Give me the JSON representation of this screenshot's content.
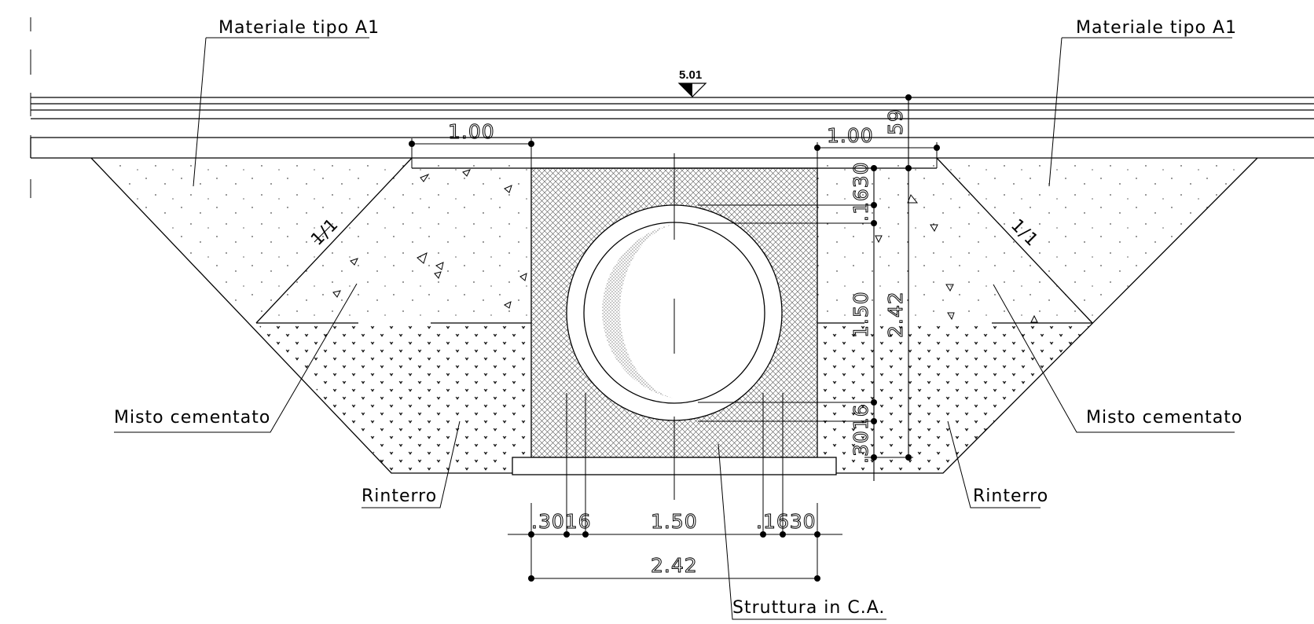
{
  "labels": {
    "material_left": "Materiale tipo A1",
    "material_right": "Materiale tipo A1",
    "misto_left": "Misto cementato",
    "misto_right": "Misto cementato",
    "rinterro_left": "Rinterro",
    "rinterro_right": "Rinterro",
    "struttura": "Struttura in C.A.",
    "slope_left": "1/1",
    "slope_right": "1/1"
  },
  "level_marker": "5.01",
  "dimensions": {
    "top_left_width": "1.00",
    "top_right_width": "1.00",
    "cover_depth": "59",
    "v_top_gap": ".1630",
    "v_inner": "1.50",
    "v_total": "2.42",
    "v_bottom_gap": ".3016",
    "h_left_gap": ".3016",
    "h_inner": "1.50",
    "h_right_gap": ".1630",
    "h_total": "2.42"
  }
}
